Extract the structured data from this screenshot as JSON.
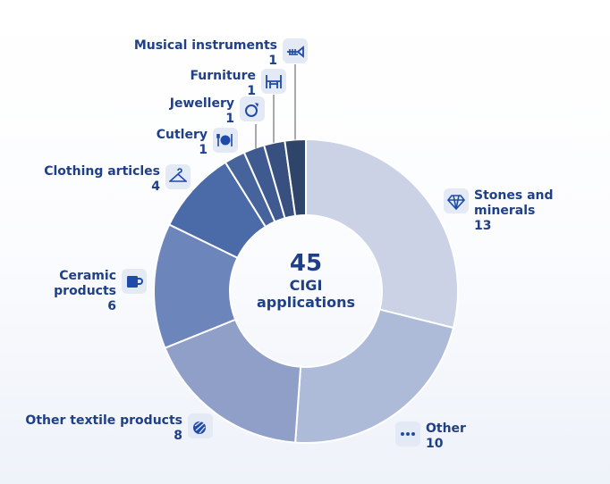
{
  "chart_data": {
    "type": "pie",
    "variant": "donut",
    "total": 45,
    "center_value": "45",
    "center_label": [
      "CIGI",
      "applications"
    ],
    "categories": [
      "Stones and minerals",
      "Other",
      "Other textile products",
      "Ceramic products",
      "Clothing articles",
      "Cutlery",
      "Jewellery",
      "Furniture",
      "Musical instruments"
    ],
    "values": [
      13,
      10,
      8,
      6,
      4,
      1,
      1,
      1,
      1
    ],
    "value_labels": [
      "13",
      "10",
      "8",
      "6",
      "4",
      "1",
      "1",
      "1",
      "1"
    ],
    "icons": [
      "diamond-icon",
      "ellipsis-icon",
      "yarn-icon",
      "mug-icon",
      "hanger-icon",
      "cutlery-icon",
      "ring-icon",
      "furniture-icon",
      "trumpet-icon"
    ],
    "colors": [
      "#cbd2e6",
      "#aebbd8",
      "#8f9fc8",
      "#6c85bb",
      "#4a6aa8",
      "#46639c",
      "#3f5a90",
      "#38507f",
      "#2e4468"
    ],
    "text_color": "#1f3f88"
  }
}
